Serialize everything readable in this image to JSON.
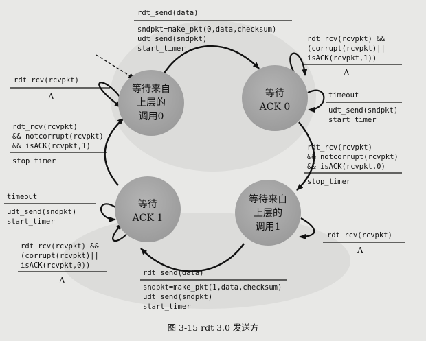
{
  "states": {
    "s0": [
      "等待来自",
      "上层的",
      "调用0"
    ],
    "s1": [
      "等待",
      "ACK 0"
    ],
    "s2": [
      "等待来自",
      "上层的",
      "调用1"
    ],
    "s3": [
      "等待",
      "ACK 1"
    ]
  },
  "transitions": {
    "t_init_0_event": "rdt_send(data)",
    "t_init_0_actions": [
      "sndpkt=make_pkt(0,data,checksum)",
      "udt_send(sndpkt)",
      "start_timer"
    ],
    "t_self0_event": "rdt_rcv(rcvpkt)",
    "t_self0_action": "Λ",
    "t_selfA0_event": [
      "rdt_rcv(rcvpkt) &&",
      "(corrupt(rcvpkt)||",
      "isACK(rcvpkt,1))"
    ],
    "t_selfA0_action": "Λ",
    "t_timeout0_event": "timeout",
    "t_timeout0_actions": [
      "udt_send(sndpkt)",
      "start_timer"
    ],
    "t_ack0_event": [
      "rdt_rcv(rcvpkt)",
      "&& notcorrupt(rcvpkt)",
      "&& isACK(rcvpkt,0)"
    ],
    "t_ack0_action": "stop_timer",
    "t_ack1_event": [
      "rdt_rcv(rcvpkt)",
      "&& notcorrupt(rcvpkt)",
      "&& isACK(rcvpkt,1)"
    ],
    "t_ack1_action": "stop_timer",
    "t_timeout1_event": "timeout",
    "t_timeout1_actions": [
      "udt_send(sndpkt)",
      "start_timer"
    ],
    "t_selfA1_event": [
      "rdt_rcv(rcvpkt) &&",
      "(corrupt(rcvpkt)||",
      "isACK(rcvpkt,0))"
    ],
    "t_selfA1_action": "Λ",
    "t_self1_event": "rdt_rcv(rcvpkt)",
    "t_self1_action": "Λ",
    "t_send1_event": "rdt_send(data)",
    "t_send1_actions": [
      "sndpkt=make_pkt(1,data,checksum)",
      "udt_send(sndpkt)",
      "start_timer"
    ]
  },
  "caption": "图 3-15   rdt 3.0 发送方"
}
